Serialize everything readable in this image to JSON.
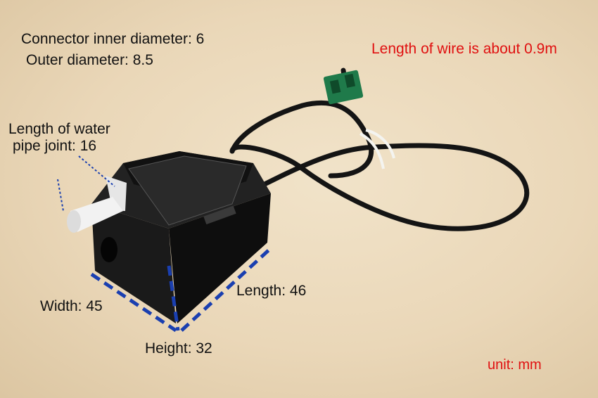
{
  "labels": {
    "connector_inner": "Connector inner diameter: 6",
    "connector_outer": "Outer diameter: 8.5",
    "pipe_line1": "Length of water",
    "pipe_line2": "pipe joint: 16",
    "wire_length": "Length of wire is about 0.9m",
    "width": "Width: 45",
    "length": "Length: 46",
    "height": "Height: 32",
    "unit": "unit: mm"
  },
  "colors": {
    "background": "#ead7b8",
    "pump_body": "#1a1a1a",
    "connector": "#1f7a4a",
    "dimension_lines": "#1a3fb0",
    "annotation_red": "#e01010"
  }
}
